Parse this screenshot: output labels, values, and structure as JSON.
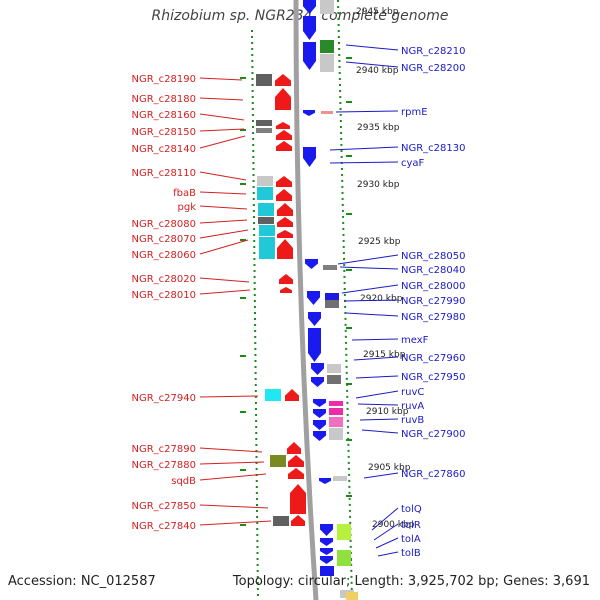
{
  "title": "Rhizobium sp. NGR234, complete genome",
  "footer": {
    "accession": "Accession: NC_012587",
    "summary": "Topology: circular; Length: 3,925,702 bp; Genes: 3,691"
  },
  "colors": {
    "left_label": "#d42020",
    "right_label": "#1a1ac8",
    "forward_arrow": "#ee1a1a",
    "reverse_arrow": "#1a1aee",
    "axis_dots": "#1a8a1a",
    "backbone": "#a0a0a0"
  },
  "scale_ticks": [
    "2900 kbp",
    "2905 kbp",
    "2910 kbp",
    "2915 kbp",
    "2920 kbp",
    "2925 kbp",
    "2930 kbp",
    "2935 kbp",
    "2940 kbp",
    "2945 kbp"
  ],
  "left_genes": [
    "NGR_c28190",
    "NGR_c28180",
    "NGR_c28160",
    "NGR_c28150",
    "NGR_c28140",
    "NGR_c28110",
    "fbaB",
    "pgk",
    "NGR_c28080",
    "NGR_c28070",
    "NGR_c28060",
    "NGR_c28020",
    "NGR_c28010",
    "NGR_c27940",
    "NGR_c27890",
    "NGR_c27880",
    "sqdB",
    "NGR_c27850",
    "NGR_c27840"
  ],
  "right_genes": [
    "NGR_c28210",
    "NGR_c28200",
    "rpmE",
    "NGR_c28130",
    "cyaF",
    "NGR_c28050",
    "NGR_c28040",
    "NGR_c28000",
    "NGR_c27990",
    "NGR_c27980",
    "mexF",
    "NGR_c27960",
    "NGR_c27950",
    "ruvC",
    "ruvA",
    "ruvB",
    "NGR_c27900",
    "NGR_c27860",
    "tolQ",
    "tolR",
    "tolA",
    "tolB"
  ]
}
